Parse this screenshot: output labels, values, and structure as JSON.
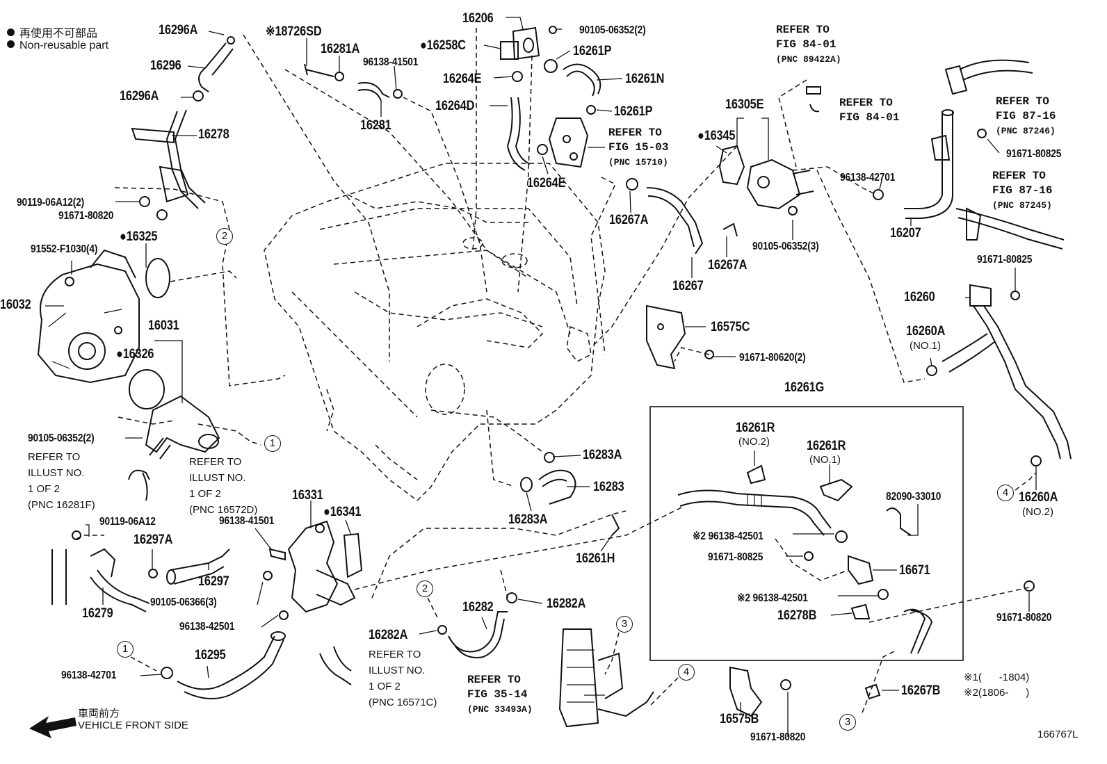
{
  "legend": {
    "line1": "再使用不可部品",
    "line2": "Non-reusable part"
  },
  "front_note": {
    "ja": "車両前方",
    "en": "VEHICLE FRONT SIDE"
  },
  "figure_number": "166767L",
  "notes": {
    "n1_mark": "※1",
    "n1_range": "(      -1804)",
    "n2_mark": "※2",
    "n2_range": "(1806-      )"
  },
  "box_label": "16261G",
  "parts": [
    {
      "id": "p01",
      "text": "16296A"
    },
    {
      "id": "p02",
      "text": "16296"
    },
    {
      "id": "p03",
      "text": "16296A"
    },
    {
      "id": "p04",
      "text": "16278"
    },
    {
      "id": "p05",
      "text": "90119-06A12(2)"
    },
    {
      "id": "p06",
      "text": "91671-80820"
    },
    {
      "id": "p07",
      "text": "●16325"
    },
    {
      "id": "p08",
      "text": "91552-F1030(4)"
    },
    {
      "id": "p09",
      "text": "16032"
    },
    {
      "id": "p10",
      "text": "16031"
    },
    {
      "id": "p11",
      "text": "●16326"
    },
    {
      "id": "p12",
      "text": "90105-06352(2)"
    },
    {
      "id": "p13",
      "text": "90119-06A12"
    },
    {
      "id": "p14",
      "text": "16297A"
    },
    {
      "id": "p15",
      "text": "16297"
    },
    {
      "id": "p16",
      "text": "16279"
    },
    {
      "id": "p17",
      "text": "90105-06366(3)"
    },
    {
      "id": "p18",
      "text": "96138-41501"
    },
    {
      "id": "p19",
      "text": "16331"
    },
    {
      "id": "p20",
      "text": "●16341"
    },
    {
      "id": "p21",
      "text": "96138-42501"
    },
    {
      "id": "p22",
      "text": "16295"
    },
    {
      "id": "p23",
      "text": "96138-42701"
    },
    {
      "id": "p24",
      "text": "※18726SD"
    },
    {
      "id": "p25",
      "text": "16281A"
    },
    {
      "id": "p26",
      "text": "96138-41501"
    },
    {
      "id": "p27",
      "text": "16281"
    },
    {
      "id": "p28",
      "text": "16206"
    },
    {
      "id": "p29",
      "text": "90105-06352(2)"
    },
    {
      "id": "p30",
      "text": "●16258C"
    },
    {
      "id": "p31",
      "text": "16261P"
    },
    {
      "id": "p32",
      "text": "16264E"
    },
    {
      "id": "p33",
      "text": "16261N"
    },
    {
      "id": "p34",
      "text": "16264D"
    },
    {
      "id": "p35",
      "text": "16261P"
    },
    {
      "id": "p36",
      "text": "16264E"
    },
    {
      "id": "p37",
      "text": "16267A"
    },
    {
      "id": "p38",
      "text": "16267"
    },
    {
      "id": "p39",
      "text": "16267A"
    },
    {
      "id": "p40",
      "text": "16305E"
    },
    {
      "id": "p41",
      "text": "●16345"
    },
    {
      "id": "p42",
      "text": "90105-06352(3)"
    },
    {
      "id": "p43",
      "text": "96138-42701"
    },
    {
      "id": "p44",
      "text": "16207"
    },
    {
      "id": "p45",
      "text": "91671-80825"
    },
    {
      "id": "p46",
      "text": "91671-80825"
    },
    {
      "id": "p47",
      "text": "16260"
    },
    {
      "id": "p48",
      "text": "16260A"
    },
    {
      "id": "p49",
      "text": "(NO.1)"
    },
    {
      "id": "p50",
      "text": "16260A"
    },
    {
      "id": "p51",
      "text": "(NO.2)"
    },
    {
      "id": "p52",
      "text": "16575C"
    },
    {
      "id": "p53",
      "text": "91671-80620(2)"
    },
    {
      "id": "p54",
      "text": "16283A"
    },
    {
      "id": "p55",
      "text": "16283"
    },
    {
      "id": "p56",
      "text": "16283A"
    },
    {
      "id": "p57",
      "text": "16261H"
    },
    {
      "id": "p58",
      "text": "16282"
    },
    {
      "id": "p59",
      "text": "16282A"
    },
    {
      "id": "p60",
      "text": "16282A"
    },
    {
      "id": "p61",
      "text": "16261R"
    },
    {
      "id": "p62",
      "text": "(NO.2)"
    },
    {
      "id": "p63",
      "text": "16261R"
    },
    {
      "id": "p64",
      "text": "(NO.1)"
    },
    {
      "id": "p65",
      "text": "82090-33010"
    },
    {
      "id": "p66",
      "text": "※2 96138-42501"
    },
    {
      "id": "p67",
      "text": "91671-80825"
    },
    {
      "id": "p68",
      "text": "16671"
    },
    {
      "id": "p69",
      "text": "※2 96138-42501"
    },
    {
      "id": "p70",
      "text": "16278B"
    },
    {
      "id": "p71",
      "text": "91671-80820"
    },
    {
      "id": "p72",
      "text": "16575B"
    },
    {
      "id": "p73",
      "text": "91671-80820"
    },
    {
      "id": "p74",
      "text": "16267B"
    }
  ],
  "refers": [
    {
      "id": "r1",
      "text": "REFER TO\nFIG 84-01",
      "pnc": "(PNC 89422A)"
    },
    {
      "id": "r2",
      "text": "REFER TO\nFIG 84-01",
      "pnc": ""
    },
    {
      "id": "r3",
      "text": "REFER TO\nFIG 87-16",
      "pnc": "(PNC 87246)"
    },
    {
      "id": "r4",
      "text": "REFER TO\nFIG 87-16",
      "pnc": "(PNC 87245)"
    },
    {
      "id": "r5",
      "text": "REFER TO\nFIG 15-03",
      "pnc": "(PNC 15710)"
    },
    {
      "id": "r6",
      "text": "REFER TO\nFIG 35-14",
      "pnc": "(PNC 33493A)"
    }
  ],
  "illust_notes": [
    {
      "id": "i1",
      "text": "REFER TO\nILLUST NO.\n1 OF 2\n(PNC 16281F)"
    },
    {
      "id": "i2",
      "text": "REFER TO\nILLUST NO.\n1 OF 2\n(PNC 16572D)"
    },
    {
      "id": "i3",
      "text": "REFER TO\nILLUST NO.\n1 OF 2\n(PNC 16571C)"
    }
  ],
  "connectors": [
    {
      "id": "c1",
      "text": "1"
    },
    {
      "id": "c2",
      "text": "1"
    },
    {
      "id": "c3",
      "text": "2"
    },
    {
      "id": "c4",
      "text": "2"
    },
    {
      "id": "c5",
      "text": "3"
    },
    {
      "id": "c6",
      "text": "3"
    },
    {
      "id": "c7",
      "text": "4"
    },
    {
      "id": "c8",
      "text": "4"
    }
  ]
}
